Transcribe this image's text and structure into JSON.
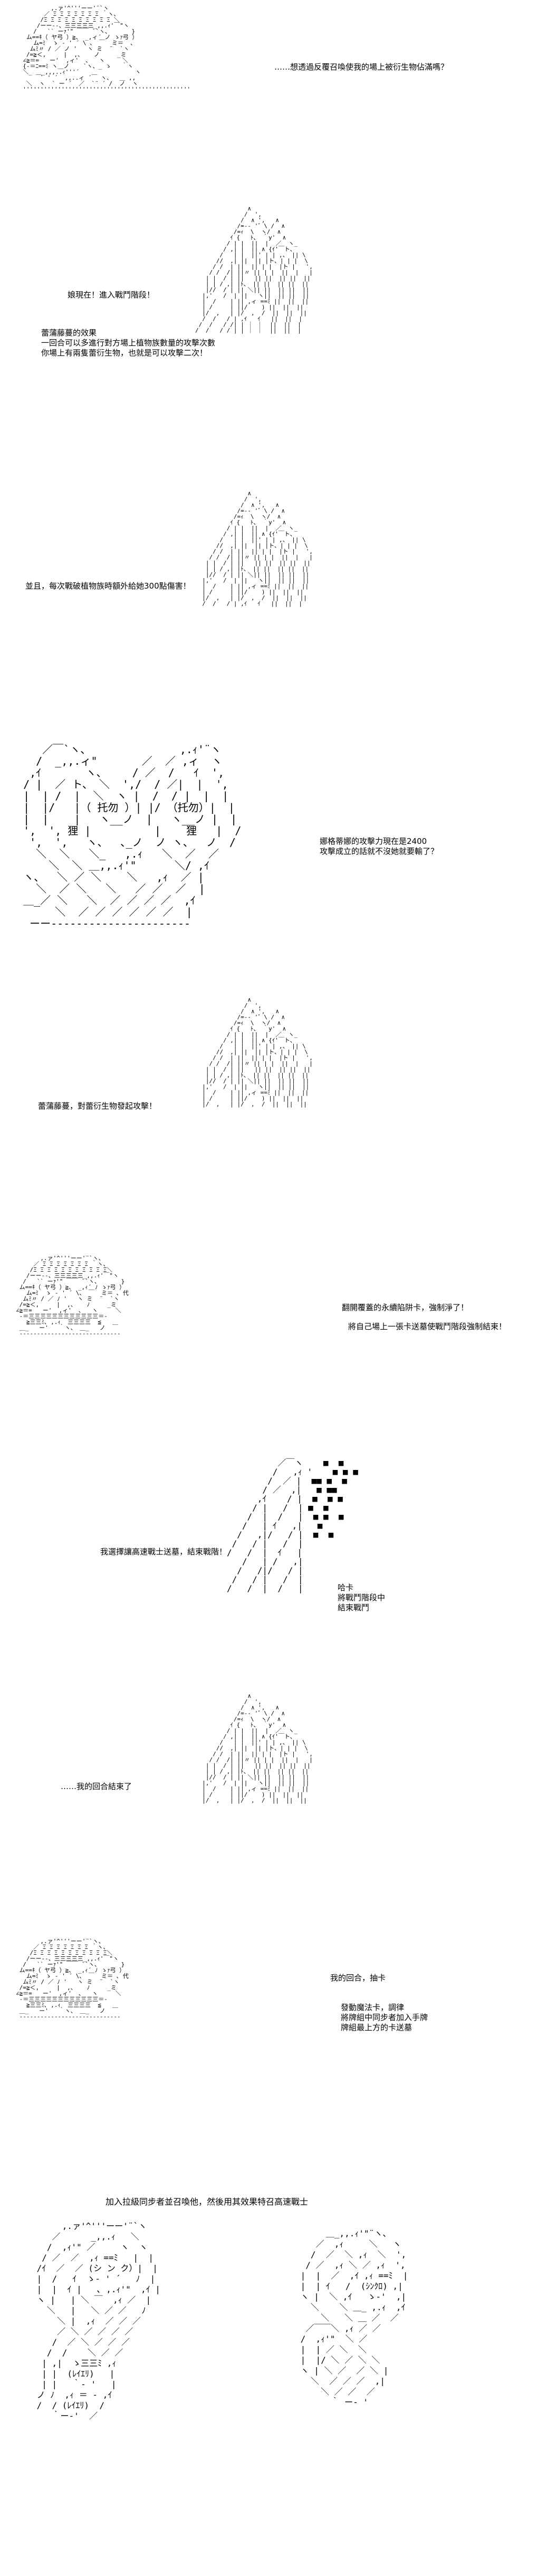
{
  "panels": [
    {
      "id": "p1",
      "art": "          ,.ァ'^'''ーー'¨`ヽ\n        ／ Ξ Ξ Ξ Ξ Ξ Ξ Ξ ｀ヽ、\n       /Ξ Ξ Ξ Ξ Ξ Ξ Ξ Ξ Ξ Ξ ＼\n      /ーー--、三三三三三_,,.ｨ'￣\"ヽ\n     /   `` ーｧ'\" ￣￣ ``ヽ、      }\n   ム==ｷ（ ヤ弓 ）≧、 _,ィ´ ノ ゝｧ弓 ）\n     ム=ﾐ  ゝ ‐ ' ´ \\ 、 ￣  ミ＝  ､\n    ムﾐ〃 / ／ ノ '   ヽ ミ  ¨  `ヽ\n   /=≧＜,     |  ,、   ノ     _ミ\n  ∠≧＝=   ー'  ,ィ'  ､   ヽ     ＼\n  {‐＝ﾆ==ﾐ ヽ＿ノ    `ヽ、_ ゝ   ｀ヽ\n  ＼_ ＿_,,,..ｨ'''´                ヽ\n       ` ' ´  ,,..ィ ´￣ ヽ、  ＿ ,,\n   ＼  ヽ  ` ー ´  ／  `¨ ´ /  ノ  ヽ\n  ''''''''''''''''''''''''''''''''''''''''''''''''",
      "text": "……想透過反覆召喚使我的場上被衍生物佔滿嗎？"
    },
    {
      "id": "p2",
      "art": "               ∧\n              /  ',\n             /  ∧ ',   ∧\n            /=‐- '゛\\ /  ∧\n           /=ｨ  \\  ヽ/  ∧\n          ｲ {   ﾄ、 ｀y'  ∧\n         / | |  ||  |  ／  ヽ_\n        / ,| |  || ∧ {ｲ'￣ト、\n       /   | |  ||' | | ,、 || \\\n      //  ,| ||  || |ト、| | |  \\\n     / /  | ||  || | |  |ト |   ',\n    / /  /| ||〃 || | |  ||  |   |\n   | |  / | ||   || ||  || ||  ||\n   | | / ,| |ﾄ、 || ||  || ||  ||\n   |//  / | || ＼|| ||  || ||  ||\n  |,'   /  | ||   ヽ||  || ||  ||\n  |  /    | || ,ィ ==ﾐ ||  ||  ||\n  | /     | ||/    ) ||  ||  ||\n  |/  ,   | |/  ,  /  ||  ||  ||\n  /  /   / | ,ｲ   ｲ   ||  ||  |\n /  /   / /| | ｜ ｜  ||  ||  |\n/  /   / / | | ｜ ｜  ||  ||  |",
      "text1": "娘現在！進入戰鬥階段！",
      "text2": "蕾蒲藤蔓的效果\n一回合可以多進行對方場上植物族數量的攻擊次數\n你場上有兩隻蕾衍生物，也就是可以攻擊二次！"
    },
    {
      "id": "p3",
      "art": "               ∧\n              /  ',\n             /  ∧ ',   ∧\n            /=‐- '゛\\ /  ∧\n           /=ｨ  \\  ヽ/  ∧\n          ｲ {   ﾄ、 ｀y'  ∧\n         / | |  ||  |  ／  ヽ_\n        / ,| |  || ∧ {ｲ'￣ト、\n       /   | |  ||' | | ,、 || \\\n      //  ,| ||  || |ト、| | |  \\\n     / /  | ||  || | |  |ト |   ',\n    / /  /| ||〃 || | |  ||  |   |\n   | |  / | ||   || ||  || ||  ||\n   | | / ,| |ﾄ、 || ||  || ||  ||\n   |//  / | || ＼|| ||  || ||  ||\n  |,'   /  | ||   ヽ||  || ||  ||\n  |  /    | || ,ィ ==ﾐ ||  ||  ||\n  | /     | ||/    ) ||  ||  ||\n  |/  ,   | |/  ,  /  ||  ||  ||\n  /  /   / | ,ｲ   ｲ   ||  ||  |",
      "text": "並且，每次戰破植物族時額外給她300點傷害！"
    },
    {
      "id": "p4",
      "art": "     ／￣`ヽ、              ,.ｨ'¨ヽ\n    /  _,,.ィ\"       ／  ／ ,ィ  ヽ\n   ,ｲ       ヽ、    / ／  /   ｲ  ',\n  / |  ／ ト、 ＼  ',/  / ／|  |  ',\n  |  | /  |  ＼  ヽ |  /  / |  |  |\n  |  |/   |（ 托勿 ）| |/ （托勿）|  |\n  |  |    |   ヽ__ノ  |   ヽ__ノ |  |\n  ',  ', 狸 |          |    狸   |  /\n   ',  ',   ヽ、  ､_ノ  ノ ヽ、  ノ  /\n    ＼  ＼   ＼_   ,.ｨ   ＼  ／  ／\n      ＼  ＼ ＿,,.ｨ'\"      ＼/ ,ｲ\n  ヽ、  ＼ ／ ＼    ＼   ,ｨ  ／ |\n    ＼  ／ ＼   ＼   ／ ／  ／  |\n  ＿_／ ＼   ＼  ／ ／ ／ ／  ,ｲ\n       ＼  ／ ／ ／ ／ ／ ／  |\n   ーー‐‐‐‐‐‐‐‐‐‐‐‐‐‐‐‐‐‐‐‐‐‐",
      "text": "娜格蒂娜的攻擊力現在是2400\n攻擊成立的話就不沒她就要輸了？"
    },
    {
      "id": "p5",
      "art": "               ∧\n              /  ',\n             /  ∧ ',   ∧\n            /=‐- '゛\\ /  ∧\n           /=ｨ  \\  ヽ/  ∧\n          ｲ {   ﾄ、 ｀y'  ∧\n         / | |  ||  |  ／  ヽ_\n        / ,| |  || ∧ {ｲ'￣ト、\n       /   | |  ||' | | ,、 || \\\n      //  ,| ||  || |ト、| | |  \\\n     / /  | ||  || | |  |ト |   ',\n    / /  /| ||〃 || | |  ||  |   |\n   | |  / | ||   || ||  || ||  ||\n   | | / ,| |ﾄ、 || ||  || ||  ||\n   |//  / | || ＼|| ||  || ||  ||\n  |,'   /  | ||   ヽ||  || ||  ||\n  |  /    | || ,ィ ==ﾐ ||  ||  ||\n  | /     | ||/    ) ||  ||  ||\n  |/  ,   | |/  ,  /  ||  ||  ||",
      "text": "蕾蒲藤蔓，對蕾衍生物發起攻擊！"
    },
    {
      "id": "p6",
      "art": "       ,.ァ'^'''ーー'¨`ヽ、\n     ／ Ξ Ξ Ξ Ξ Ξ Ξ Ξ ｀ヽ、\n    /Ξ Ξ Ξ Ξ Ξ Ξ Ξ Ξ Ξ Ξ Ξ＼\n   /ーー--、三三三三三_,,.ｨ'￣\"ヽ\n  /   `` ーｧ'\" ￣￣ ``ヽ、      }\n ム==ｷ（ ヤ弓 ）≧、 _,ｨ´ ﾉ ゝｧ弓 ）\n   ム=ﾐ  ゝ ‐ ' ´ \\、 ￣  ミ＝ ､ 代\n  ムﾐ〃 / ／ ﾉ '   ヽ ミ  ¨  `ヽ\n /=≧＜,     |  ,、   ﾉ     _ミ\n∠≧＝=   ー'  ,ィ'  ､   ヽ     ＼\n ‐＝三三三三三三三三三三三三＝‐\n   ≧三三ﾐ､ ,.ｨ  三三三三  ≦\n ＿_   ー'   ｀ヽ、 ＿_   ノ  ￣\n ‐‐‐‐‐‐‐‐‐‐‐‐‐‐‐‐‐‐‐‐‐‐‐‐‐‐‐‐‐",
      "text1": "翻開覆蓋的永續陷阱卡，強制淨了！",
      "text2": "將自己場上一張卡送墓使戰鬥階段強制結束！"
    },
    {
      "id": "p7",
      "art": "          ／￣ヽ    ■  ■\n         /   ,ｨ '    ■ ■ ■\n        /  ／ |  ■■ ■  ■\n       / ／  ,|   ■ ■■\n      ,ｲ    / |  ■  ■ ■\n     / |   /  | ■  ■\n    /  |  /   |  ■ ■  ■\n   /   | ｲ   ,|   ■\n  /   ,|/   / |  ■  ■\n /   / |   /  |\n/   /  |  ｲ   |\n   /   | /   ,|\n  /   /|/   / |\n /   / |   /  |\n/   /  |  /   |",
      "text1": "我選擇讓高速戰士送墓，結束戰階！",
      "text2": "哈卡\n將戰鬥階段中\n結束戰鬥"
    },
    {
      "id": "p8",
      "art": "               ∧\n              /  ',\n             /  ∧ ',   ∧\n            /=‐- '゛\\ /  ∧\n           /=ｨ  \\  ヽ/  ∧\n          ｲ {   ﾄ、 ｀y'  ∧\n         / | |  ||  |  ／  ヽ_\n        / ,| |  || ∧ {ｲ'￣ト、\n       /   | |  ||' | | ,、 || \\\n      //  ,| ||  || |ト、| | |  \\\n     / /  | ||  || | |  |ト |   ',\n    / /  /| ||〃 || | |  ||  |   |\n   | |  / | ||   || ||  || ||  ||\n   | | / ,| |ﾄ、 || ||  || ||  ||\n   |//  / | || ＼|| ||  || ||  ||\n  |,'   /  | ||   ヽ||  || ||  ||\n  |  /    | || ,ィ ==ﾐ ||  ||  ||\n  | /     | ||/    ) ||  ||  ||\n  |/  ,   | |/  ,  /  ||  ||  ||",
      "text": "……我的回合結束了"
    },
    {
      "id": "p9",
      "art": "       ,.ァ'^'''ーー'¨`ヽ、\n     ／ Ξ Ξ Ξ Ξ Ξ Ξ Ξ ｀ヽ、\n    /Ξ Ξ Ξ Ξ Ξ Ξ Ξ Ξ Ξ Ξ Ξ＼\n   /ーー--、三三三三三_,,.ｨ'￣\"ヽ\n  /   `` ーｧ'\" ￣￣ ``ヽ、      }\n ム==ｷ（ ヤ弓 ）≧、 _,ｨ´ ﾉ ゝｧ弓 ）\n   ム=ﾐ  ゝ ‐ ' ´ \\、 ￣  ミ＝ ､ 代\n  ムﾐ〃 / ／ ﾉ '   ヽ ミ  ¨  `ヽ\n /=≧＜,     |  ,、   ﾉ     _ミ\n∠≧＝=   ー'  ,ィ'  ､   ヽ     ＼\n ‐＝三三三三三三三三三三三三＝‐\n   ≧三三ﾐ､ ,.ｨ  三三三三  ≦\n ＿_   ー'   ｀ヽ、 ＿_   ノ  ￣\n ‐‐‐‐‐‐‐‐‐‐‐‐‐‐‐‐‐‐‐‐‐‐‐‐‐‐‐‐‐",
      "text1": "我的回合，抽卡",
      "text2": "發動魔法卡，調律\n將牌組中同步者加入手牌\n牌組最上方的卡送墓"
    },
    {
      "id": "p10",
      "caption": "加入拉級同步者並召喚他，然後用其效果特召高速戰士",
      "artLeft": "      ,.ァ'^'''ーー'¨`ヽ\n    ／      _,,.ｨ   ＼\n   /  ,ｨ'\" ／     ヽ  ヽ\n  / ／  ／  ,ｨ ==ﾐ   |  |\n /ｲ  ／  ／ (シ ン ク）|  |\n |  /   ｲ  ゝ‐ ' ´   ﾉ  |\n |  |  ｲ |   ､ ,.ｨ'\"  ,ｲ |\n ヽ |   | ＼ ￣  ,ｨ ／  |\n   ＼   |   ＼ ／ ／   ﾉ\n     ＼ |  ,ｨ  ／ ／ ／\n     ／ ＼ ／ ／ ／ ／\n    /  ／ ＼ ／ ／ ／\n   /  /    ＼ ／ ／\n  | ,|  ゝ三三ﾐ ,ｨ\n  | |  (ﾚｲｴﾘ)   |\n  | |   ｀‐ '   |\n ノ ﾉ  ,ｨ ＝ ‐ ,ｲ\n /  / (ﾚｲｴﾘ)  /\n    ｀ー‐'  ／",
      "artRight": "      ＿_,,.ｨ'\"¨ヽ、\n    ／  ,ｨ     ＼   ヽ\n   /  ／  ＼ ,ｨ  ＼  ',\n  / ／  ,ｨ ＼ ／ ,ｨ  ',\n |  |  ／  ,ｲ ,ｨ ==ﾐ  |\n |  | ｲ   /  (ｼﾝｸﾛ) ,|\n ヽ |  ＼ ,ｲ   ゝ‐'  ,|\n   ＼    ＼ ＿_ ,.ｨ  ,ｲ\n     ＼   ＼ ＿ ／  ／\n  ／￣￣＼ ,ｨ ／ ／\n /  ,ｨ'\"  ＼ ／\n |  | ／ ＼  ＼\n |  |/ ＼ ／ ＼ ＼\n ヽ | ＼ ／  ／ ＼ |\n   ＼  ／ ／ ／  ,|\n     ＼ ／ ／  ／\n       ｀ ー‐ '\n"
    }
  ]
}
